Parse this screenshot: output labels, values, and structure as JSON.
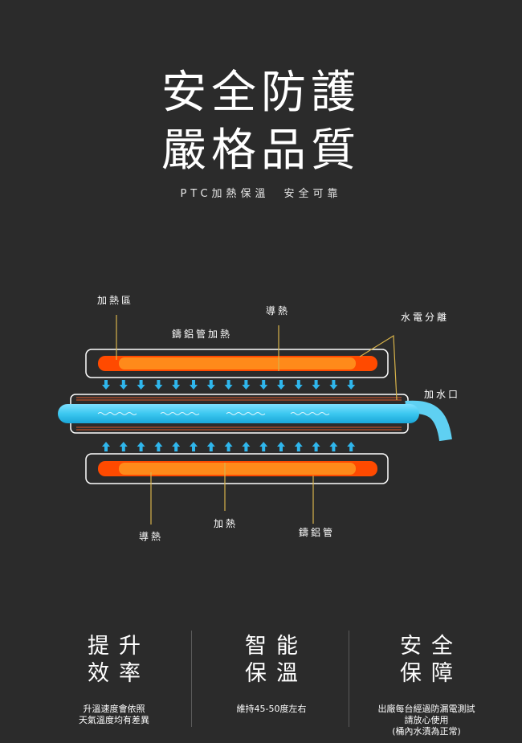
{
  "header": {
    "title_line1": "安全防護",
    "title_line2": "嚴格品質",
    "subtitle": "PTC加熱保溫　安全可靠"
  },
  "diagram": {
    "labels": {
      "heating_zone": "加熱區",
      "conduct_top": "導熱",
      "water_electric_sep": "水電分離",
      "cast_al_heating": "鑄鋁管加熱",
      "water_inlet": "加水口",
      "heating": "加熱",
      "conduct_bottom": "導熱",
      "cast_al_tube": "鑄鋁管"
    },
    "colors": {
      "heater_orange": "#ff4a00",
      "heater_glow": "#ff8a1a",
      "water_blue": "#3cc8f0",
      "arrow_blue": "#2fb6ec",
      "pointer_gold": "#d8b34a"
    }
  },
  "features": [
    {
      "heading_line1": "提升",
      "heading_line2": "效率",
      "text_lines": [
        "升溫速度會依照",
        "天氣溫度均有差異"
      ]
    },
    {
      "heading_line1": "智能",
      "heading_line2": "保溫",
      "text_lines": [
        "維持45-50度左右"
      ]
    },
    {
      "heading_line1": "安全",
      "heading_line2": "保障",
      "text_lines": [
        "出廠每台經過防漏電測試",
        "請放心使用",
        "(桶內水漬為正常)"
      ]
    }
  ]
}
